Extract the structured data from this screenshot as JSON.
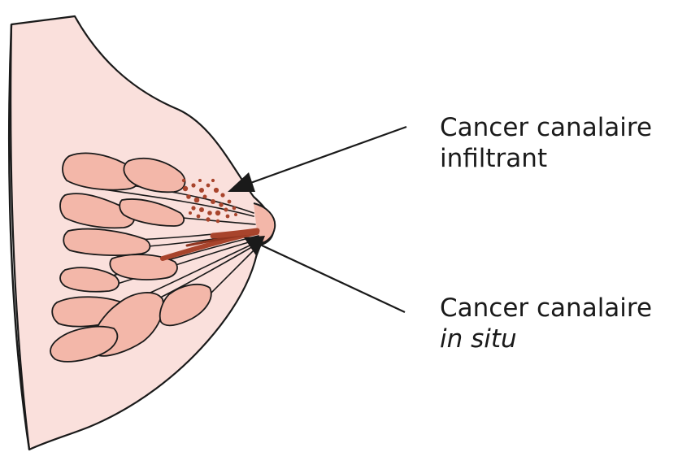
{
  "labels": {
    "infiltrant_line1": "Cancer canalaire",
    "infiltrant_line2": "infiltrant",
    "insitu_line1": "Cancer canalaire",
    "insitu_line2": "in situ"
  },
  "colors": {
    "skin": "#fae0dc",
    "lobule": "#f3b7a9",
    "outline": "#1a1a1a",
    "tumor": "#a8442c",
    "background": "#ffffff"
  }
}
